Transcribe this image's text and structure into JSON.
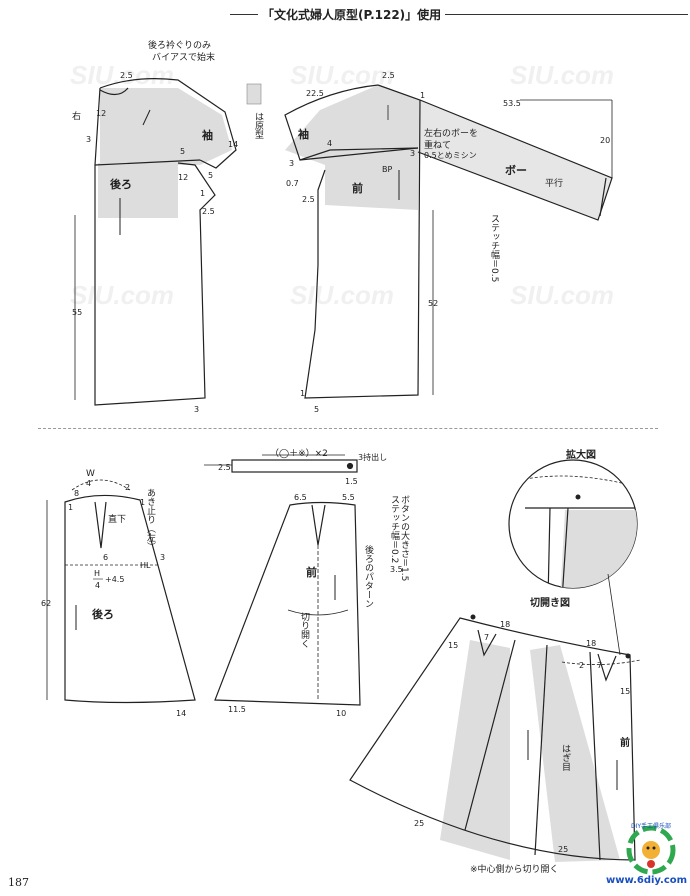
{
  "header": {
    "title": "「文化式婦人原型(P.122)」使用"
  },
  "page_number": "187",
  "site": "www.6diy.com",
  "logo_text": "DIY手工俱乐部",
  "top_left": {
    "note1": "後ろ衿ぐりのみ",
    "note2": "バイアスで始末",
    "m_25a": "2.5",
    "migi": "右",
    "m_12a": "12",
    "m_3a": "3",
    "sode": "袖",
    "m_5a": "5",
    "m_14": "14",
    "m_12b": "12",
    "m_5b": "5",
    "m_1a": "1",
    "ushiro": "後ろ",
    "m_25b": "2.5",
    "m_55": "55",
    "m_3b": "3"
  },
  "legend": {
    "label": "は原型"
  },
  "top_right": {
    "m_25": "2.5",
    "m_225": "22.5",
    "m_1": "1",
    "m_535": "53.5",
    "sode": "袖",
    "note1": "左右のボーを",
    "note2": "重ねて",
    "note3": "0.5とめミシン",
    "m_20": "20",
    "m_4": "4",
    "m_3a": "3",
    "bp": "BP",
    "bo": "ボー",
    "heikou": "平行",
    "m_3b": "3",
    "mae": "前",
    "m_07": "0.7",
    "m_25b": "2.5",
    "stitch": "ステッチ幅＝0.5",
    "m_52": "52",
    "m_1b": "1",
    "m_5": "5"
  },
  "bottom_left": {
    "w": "W",
    "w4": "4",
    "m_2": "2",
    "m_8": "8",
    "m_1a": "1",
    "m_1b": "1",
    "akidomari": "あき止り（左）",
    "chokka": "直下",
    "m_3": "3",
    "m_6": "6",
    "hl": "HL",
    "h4": "H",
    "h4den": "4",
    "h45": "+4.5",
    "m_62": "62",
    "ushiro": "後ろ",
    "m_14": "14"
  },
  "belt": {
    "formula": "（◯＋※）×2",
    "m_25": "2.5",
    "mochi": "3持出し",
    "m_15": "1.5"
  },
  "bottom_mid": {
    "m_65": "6.5",
    "m_55": "5.5",
    "mae": "前",
    "kiri": "切り開く",
    "m_115": "11.5",
    "m_10": "10",
    "pattern": "後ろのパターン",
    "button": "ボタンの大きさ＝1.5",
    "stitch": "ステッチ幅＝0.2",
    "m_35": "3.5"
  },
  "bottom_right": {
    "kakudai": "拡大図",
    "kiribiraki": "切開き図",
    "m_18a": "18",
    "m_15a": "15",
    "m_7a": "7",
    "m_18b": "18",
    "m_2": "2",
    "m_7b": "7",
    "m_15b": "15",
    "mae": "前",
    "hagime": "はぎ目",
    "m_25a": "25",
    "m_25b": "25",
    "note": "※中心側から切り開く"
  }
}
